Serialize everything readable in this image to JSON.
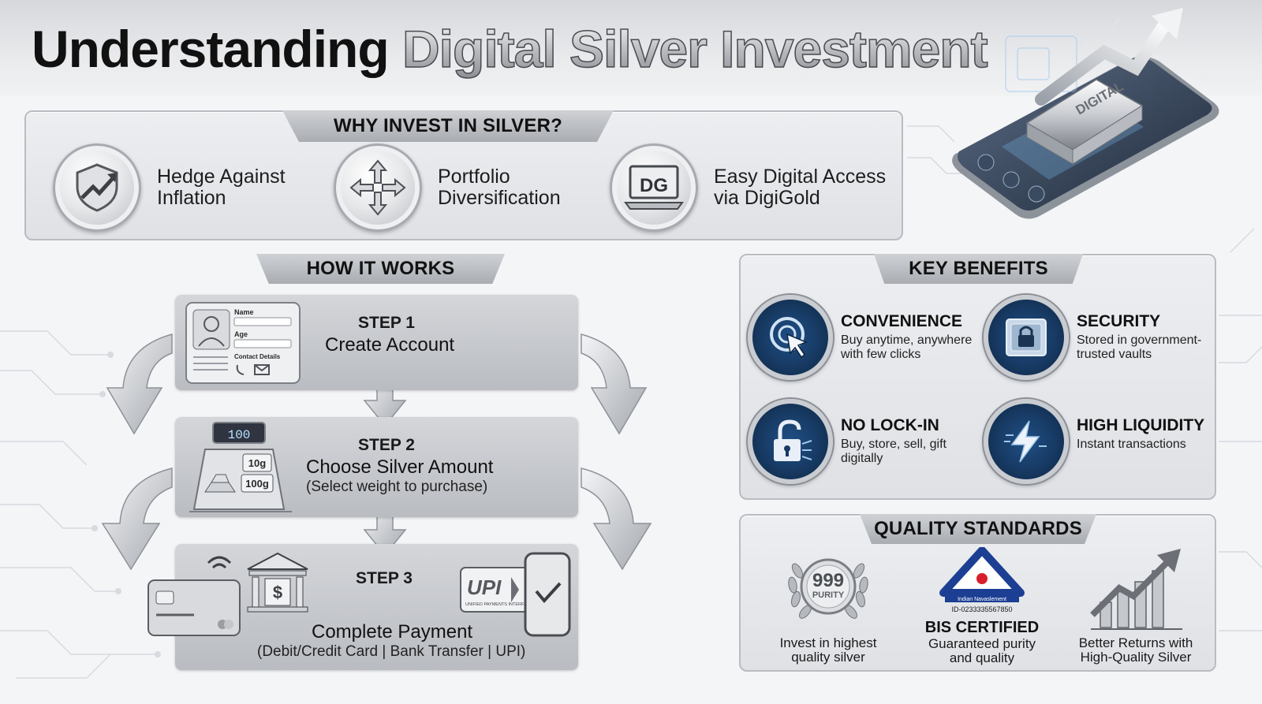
{
  "title": {
    "part1": "Understanding ",
    "part2": "Digital Silver Investment"
  },
  "hero": {
    "bar_label": "DIGITAL"
  },
  "why": {
    "heading": "WHY INVEST IN SILVER?",
    "items": [
      {
        "label": "Hedge Against\nInflation",
        "icon": "shield-growth-icon"
      },
      {
        "label": "Portfolio\nDiversification",
        "icon": "diversify-arrows-icon"
      },
      {
        "label": "Easy Digital Access\nvia DigiGold",
        "icon": "digigold-laptop-icon"
      }
    ]
  },
  "how": {
    "heading": "HOW IT WORKS",
    "steps": [
      {
        "num": "STEP 1",
        "title": "Create Account",
        "sub": ""
      },
      {
        "num": "STEP 2",
        "title": "Choose Silver Amount",
        "sub": "(Select weight to purchase)"
      },
      {
        "num": "STEP 3",
        "title": "Complete Payment",
        "sub": "(Debit/Credit Card | Bank Transfer | UPI)"
      }
    ],
    "form": {
      "name": "Name",
      "age": "Age",
      "contact": "Contact Details"
    },
    "scale": {
      "display": "100",
      "w1": "10g",
      "w2": "100g"
    },
    "upi": {
      "logo": "UPI",
      "sub": "UNIFIED PAYMENTS INTERFACE"
    }
  },
  "benefits": {
    "heading": "KEY BENEFITS",
    "items": [
      {
        "title": "CONVENIENCE",
        "desc": "Buy anytime, anywhere\nwith few clicks",
        "icon": "cursor-click-icon"
      },
      {
        "title": "SECURITY",
        "desc": "Stored in government-\ntrusted vaults",
        "icon": "vault-lock-icon"
      },
      {
        "title": "NO LOCK-IN",
        "desc": "Buy, store, sell, gift\ndigitally",
        "icon": "unlocked-padlock-icon"
      },
      {
        "title": "HIGH LIQUIDITY",
        "desc": "Instant transactions",
        "icon": "lightning-icon"
      }
    ]
  },
  "quality": {
    "heading": "QUALITY STANDARDS",
    "purity": {
      "num": "999",
      "word": "PURITY",
      "caption": "Invest in highest\nquality silver"
    },
    "bis": {
      "band": "Indian Navaslement",
      "id": "ID-0233335567850",
      "title": "BIS CERTIFIED",
      "caption": "Guaranteed purity\nand quality"
    },
    "returns": {
      "caption": "Better Returns with\nHigh-Quality Silver"
    }
  },
  "colors": {
    "accent_blue": "#1d4f86",
    "silver": "#c9cbcf",
    "bis_red": "#d81e2a",
    "bis_blue": "#1c3f94"
  }
}
